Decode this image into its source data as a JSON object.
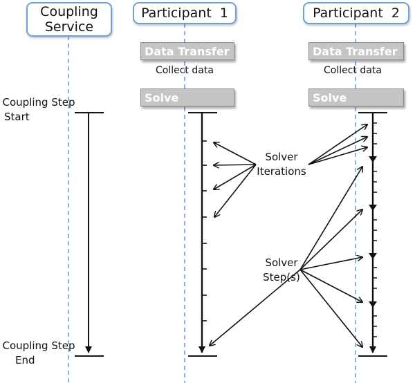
{
  "lanes": [
    {
      "line1": "Coupling",
      "line2": "Service"
    },
    {
      "line1": "Participant  1"
    },
    {
      "line1": "Participant  2"
    }
  ],
  "participant1": {
    "data_transfer": "Data Transfer",
    "collect": "Collect data",
    "solve": "Solve"
  },
  "participant2": {
    "data_transfer": "Data Transfer",
    "collect": "Collect data",
    "solve": "Solve"
  },
  "coupling_step": {
    "start_line1": "Coupling Step",
    "start_line2": "Start",
    "end_line1": "Coupling Step",
    "end_line2": "End"
  },
  "annotations": {
    "solver_iterations_line1": "Solver",
    "solver_iterations_line2": "Iterations",
    "solver_steps_line1": "Solver",
    "solver_steps_line2": "Step(s)"
  },
  "colors": {
    "lane_border": "#6f9fd8",
    "dashed_line": "#6f9fd8",
    "box_fill": "#c5c5c5"
  }
}
